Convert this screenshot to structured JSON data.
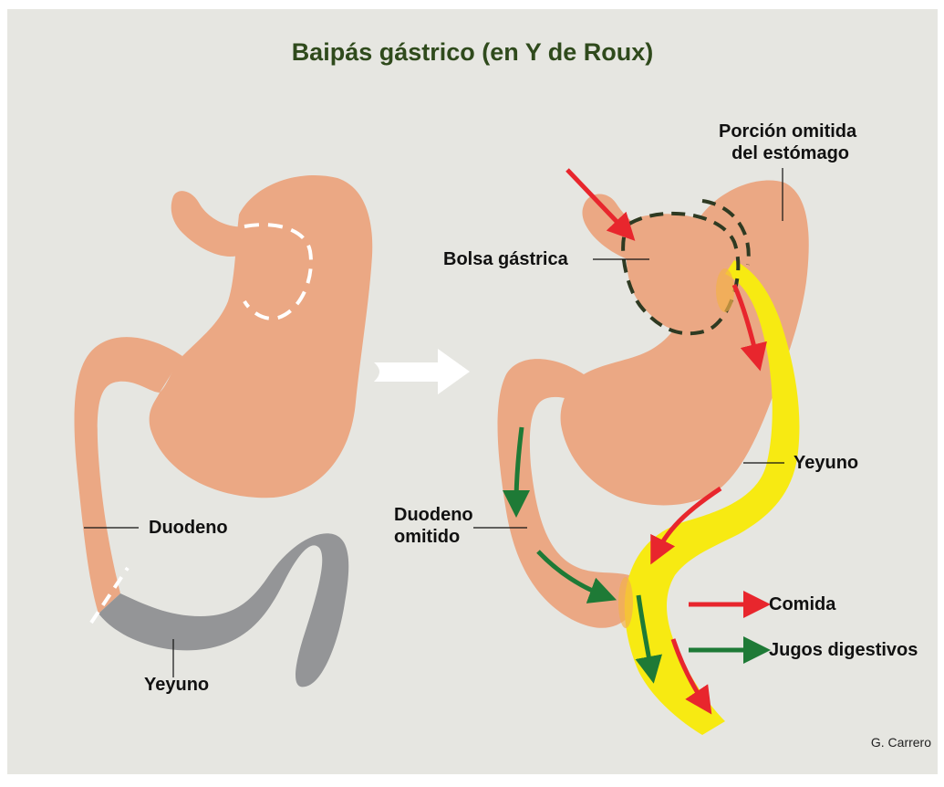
{
  "title": "Baipás gástrico (en Y de Roux)",
  "labels": {
    "duodeno": "Duodeno",
    "yeyuno_left": "Yeyuno",
    "porcion_1": "Porción omitida",
    "porcion_2": "del estómago",
    "bolsa": "Bolsa gástrica",
    "yeyuno_right": "Yeyuno",
    "duodeno_omitido_1": "Duodeno",
    "duodeno_omitido_2": "omitido"
  },
  "legend": {
    "comida": "Comida",
    "jugos": "Jugos digestivos"
  },
  "credit": "G. Carrero",
  "colors": {
    "background": "#e6e6e1",
    "stomach": "#eba884",
    "jejunum_gray": "#949597",
    "jejunum_yellow": "#f7ea12",
    "arrow_red": "#e8262d",
    "arrow_green": "#1e7a36",
    "pouch_outline": "#2e3a22",
    "title": "#2f4a1c"
  }
}
